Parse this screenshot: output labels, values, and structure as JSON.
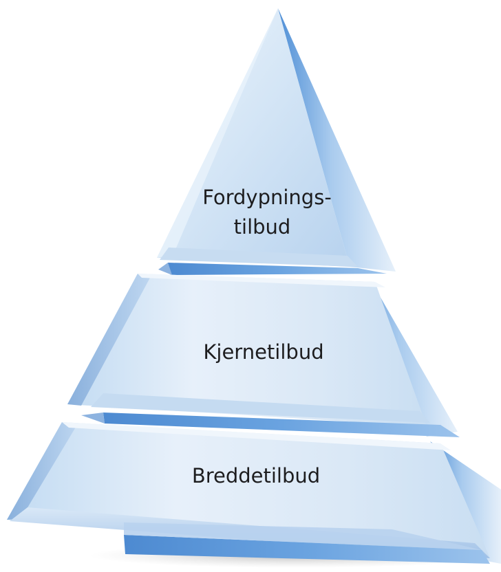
{
  "pyramid": {
    "tiers": [
      {
        "label_line1": "Fordypnings-",
        "label_line2": "tilbud"
      },
      {
        "label": "Kjernetilbud"
      },
      {
        "label": "Breddetilbud"
      }
    ]
  }
}
